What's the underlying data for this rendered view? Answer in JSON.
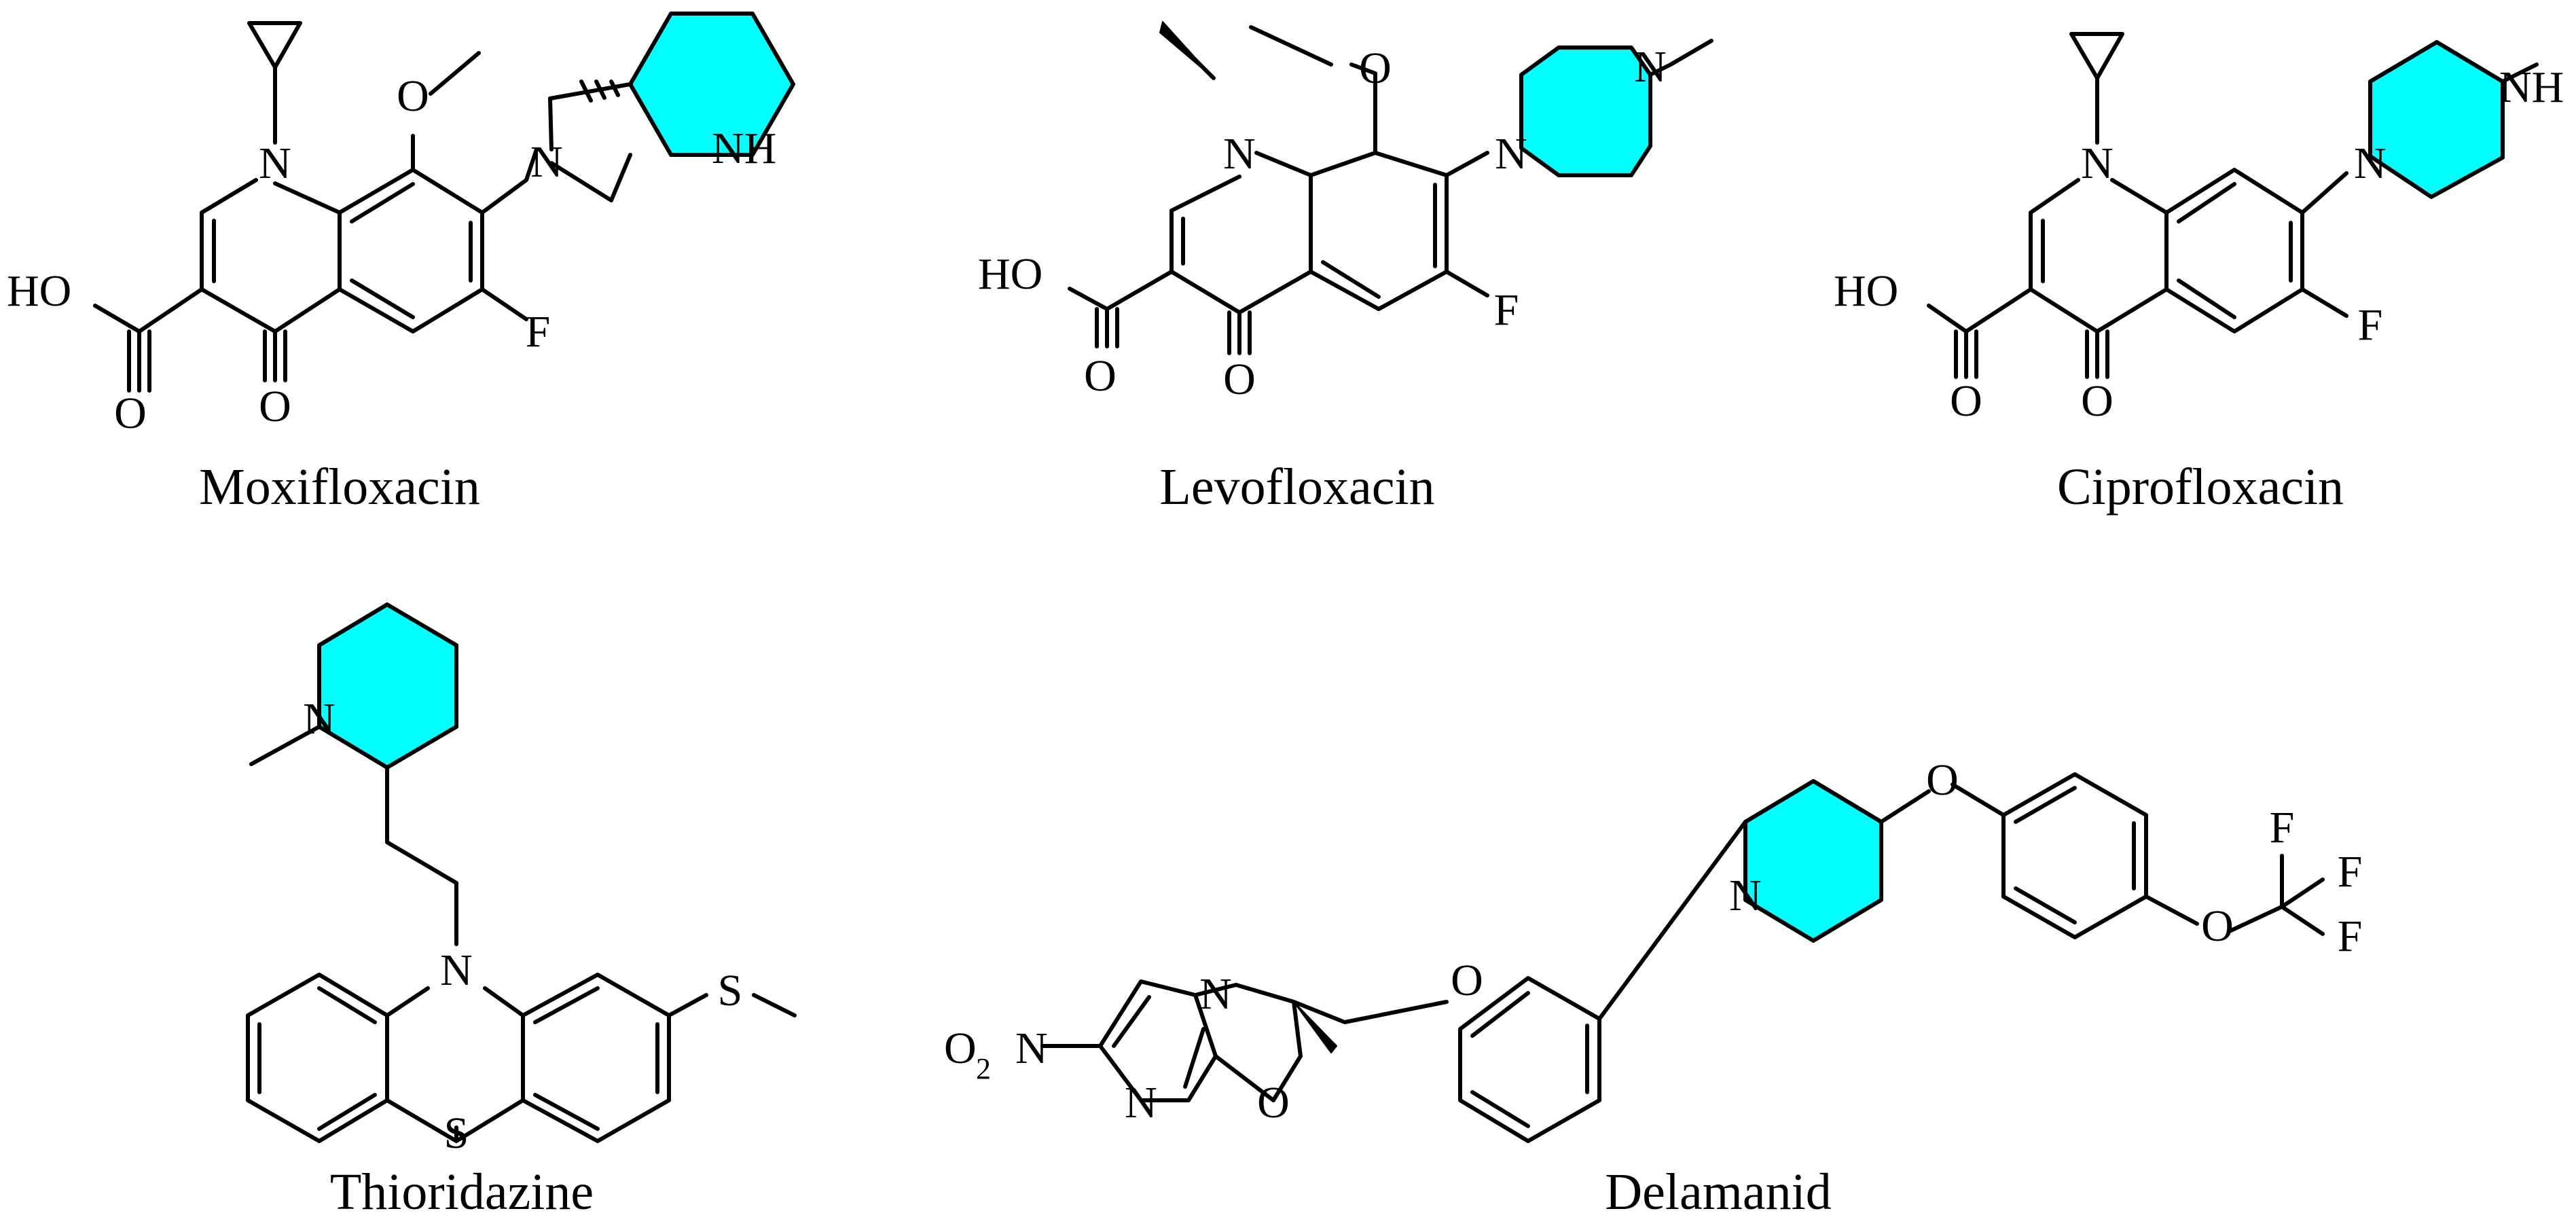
{
  "figure": {
    "highlight_color": "#00FFFF",
    "line_color": "#000000",
    "background": "#FFFFFF"
  },
  "molecules": [
    {
      "name": "Moxifloxacin",
      "atoms": {
        "n1": "N",
        "o_methoxy": "O",
        "n_pyrrolidine": "N",
        "nh": "NH",
        "ho": "HO",
        "o_acid": "O",
        "o_keto": "O",
        "f": "F"
      }
    },
    {
      "name": "Levofloxacin",
      "atoms": {
        "o_ring": "O",
        "n1": "N",
        "n_pip1": "N",
        "n_pip2": "N",
        "ho": "HO",
        "o_acid": "O",
        "o_keto": "O",
        "f": "F"
      }
    },
    {
      "name": "Ciprofloxacin",
      "atoms": {
        "n1": "N",
        "n_pip": "N",
        "nh": "NH",
        "ho": "HO",
        "o_acid": "O",
        "o_keto": "O",
        "f": "F"
      }
    },
    {
      "name": "Thioridazine",
      "atoms": {
        "n_pip": "N",
        "n_ring": "N",
        "s_ring": "S",
        "s_methyl": "S"
      }
    },
    {
      "name": "Delamanid",
      "atoms": {
        "o_ether": "O",
        "n_pip": "N",
        "o_aryl": "O",
        "o_cf3": "O",
        "f1": "F",
        "f2": "F",
        "f3": "F",
        "o2": "O",
        "o2_sub": "2",
        "n_nitro": "N",
        "n_ring1": "N",
        "n_ring2": "N",
        "o_ring": "O"
      }
    }
  ]
}
